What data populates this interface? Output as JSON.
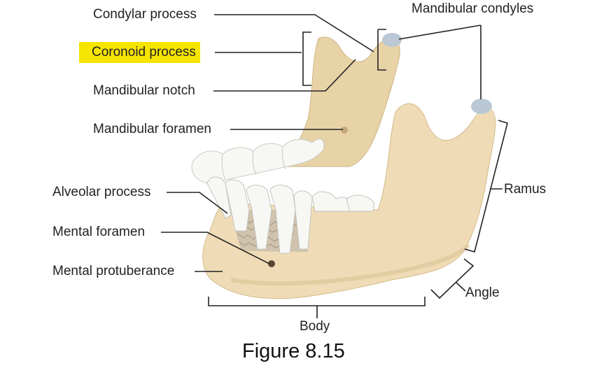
{
  "labels": {
    "condylar_process": "Condylar process",
    "coronoid_process": "Coronoid process",
    "mandibular_notch": "Mandibular notch",
    "mandibular_foramen": "Mandibular foramen",
    "alveolar_process": "Alveolar process",
    "mental_foramen": "Mental foramen",
    "mental_protuberance": "Mental protuberance",
    "mandibular_condyles": "Mandibular condyles",
    "ramus": "Ramus",
    "angle": "Angle",
    "body": "Body"
  },
  "caption": "Figure 8.15",
  "colors": {
    "bone": "#efdcb6",
    "bone_shadow": "#dcc496",
    "tooth": "#f7f7f4",
    "cartilage": "#b9c8d4",
    "highlight": "#f6e500",
    "line": "#222222"
  }
}
